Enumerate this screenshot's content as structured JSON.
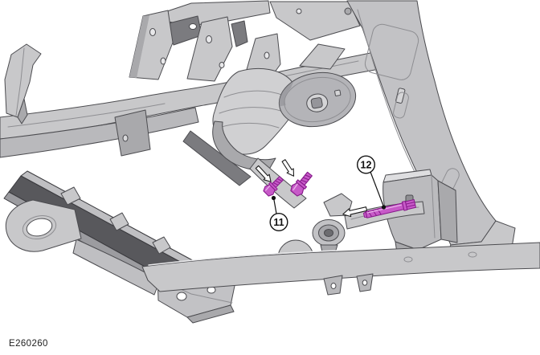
{
  "figure": {
    "id_label": "E260260",
    "callouts": [
      {
        "number": "11"
      },
      {
        "number": "12"
      }
    ],
    "colors": {
      "highlight": "#c75ac8",
      "highlight_outline": "#871a8b",
      "body_gray": "#c8c8ca",
      "line": "#4c4c50"
    }
  }
}
